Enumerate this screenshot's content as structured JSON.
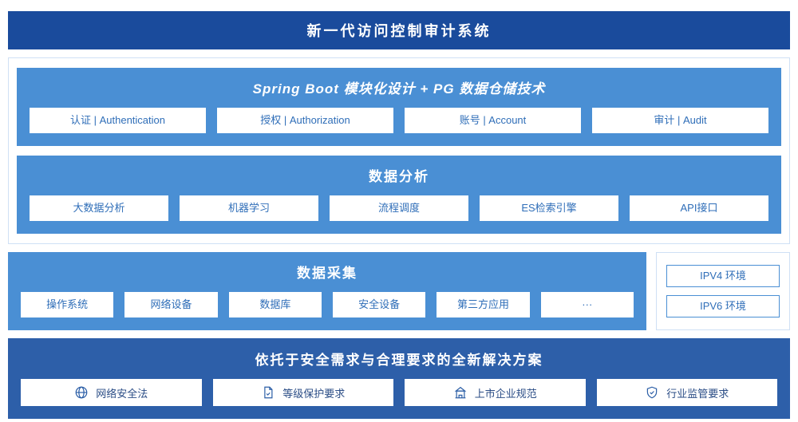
{
  "header": {
    "title": "新一代访问控制审计系统"
  },
  "platform": {
    "spring": {
      "title": "Spring Boot 模块化设计 + PG 数据仓储技术",
      "items": [
        "认证 | Authentication",
        "授权 | Authorization",
        "账号 | Account",
        "审计 | Audit"
      ]
    },
    "analysis": {
      "title": "数据分析",
      "items": [
        "大数据分析",
        "机器学习",
        "流程调度",
        "ES检索引擎",
        "API接口"
      ]
    }
  },
  "collection": {
    "title": "数据采集",
    "items": [
      "操作系统",
      "网络设备",
      "数据库",
      "安全设备",
      "第三方应用",
      "···"
    ]
  },
  "environment": {
    "items": [
      "IPV4 环境",
      "IPV6 环境"
    ]
  },
  "solution": {
    "title": "依托于安全需求与合理要求的全新解决方案",
    "items": [
      {
        "icon": "globe-icon",
        "label": "网络安全法"
      },
      {
        "icon": "document-check-icon",
        "label": "等级保护要求"
      },
      {
        "icon": "building-icon",
        "label": "上市企业规范"
      },
      {
        "icon": "shield-check-icon",
        "label": "行业监管要求"
      }
    ]
  },
  "colors": {
    "banner-bg": "#1a4b9c",
    "section-bg": "#4a8fd4",
    "solution-bg": "#2d5fa9",
    "box-text": "#2f6eb8",
    "container-border": "#cfe0f5"
  }
}
